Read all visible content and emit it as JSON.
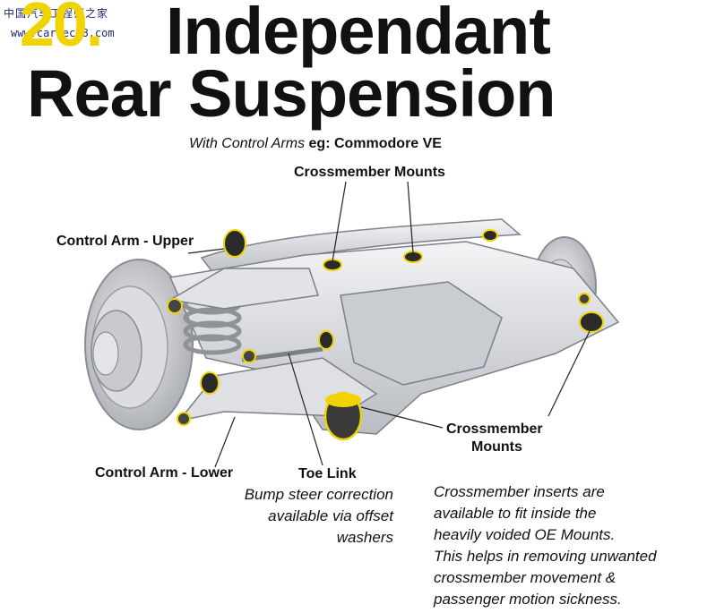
{
  "watermark": {
    "chinese": "中国汽车工程师之家",
    "url": "www.cartech8.com"
  },
  "heading": {
    "number": "20.",
    "line1": "Independant",
    "line2": "Rear Suspension"
  },
  "subtitle": {
    "prefix": "With Control Arms",
    "eg": "eg: Commodore VE"
  },
  "labels": {
    "crossmember_top": "Crossmember Mounts",
    "control_arm_upper": "Control Arm - Upper",
    "crossmember_right_1": "Crossmember",
    "crossmember_right_2": "Mounts",
    "control_arm_lower": "Control Arm - Lower",
    "toe_link": "Toe Link"
  },
  "notes": {
    "bump": [
      "Bump steer correction",
      "available via offset",
      "washers"
    ],
    "inserts": [
      "Crossmember inserts are",
      "available to fit inside the",
      "heavily voided OE Mounts.",
      "This helps in removing unwanted",
      "crossmember movement &",
      "passenger motion sickness."
    ]
  },
  "colors": {
    "accent_yellow": "#f1d300",
    "text": "#111111",
    "watermark_blue": "#1b2a6b"
  }
}
